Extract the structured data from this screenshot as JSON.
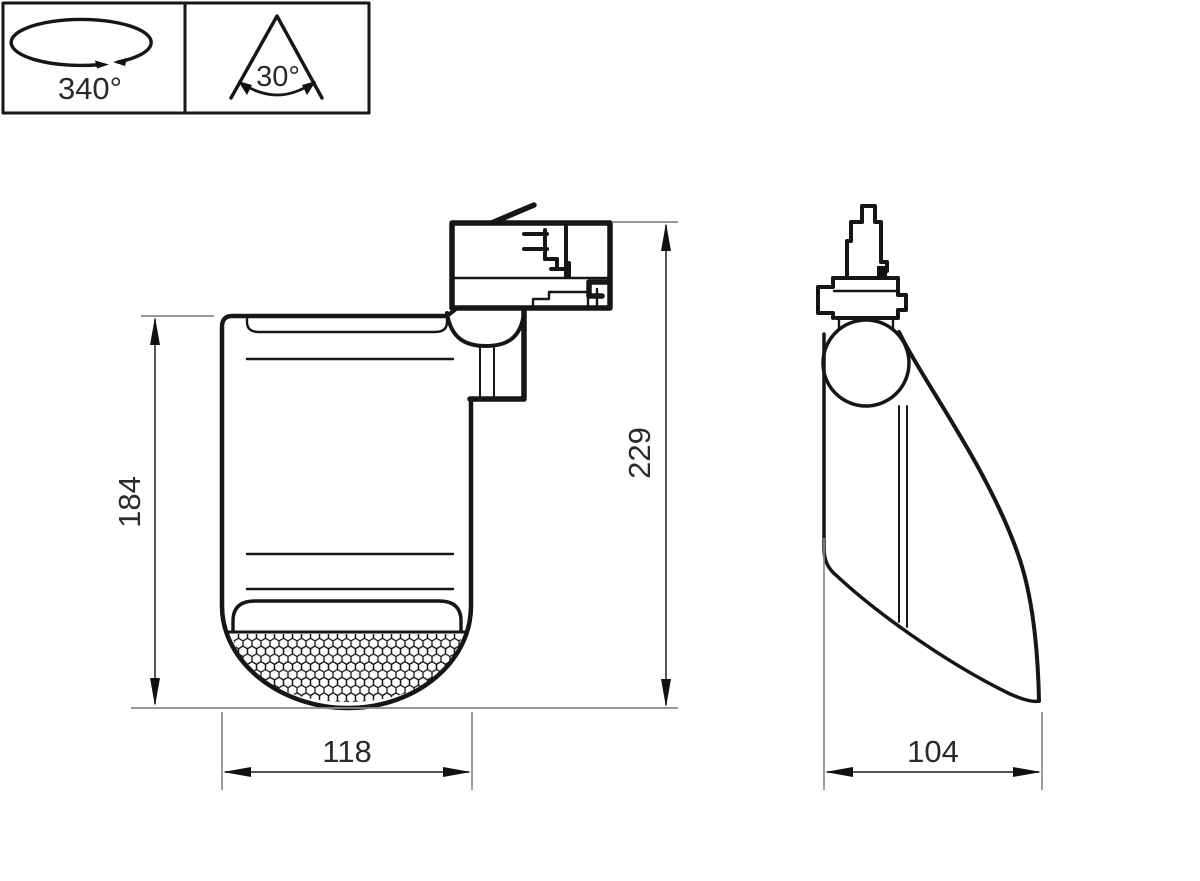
{
  "icons": {
    "rotation_angle": "340°",
    "beam_angle": "30°"
  },
  "dimensions": {
    "front_height": "184",
    "overall_height": "229",
    "front_width": "118",
    "side_width": "104"
  },
  "colors": {
    "line": "#161616",
    "dimension_line": "#3c3c3c",
    "extension_line": "#8a8a8a",
    "background": "#ffffff",
    "text": "#2a2a2a"
  }
}
